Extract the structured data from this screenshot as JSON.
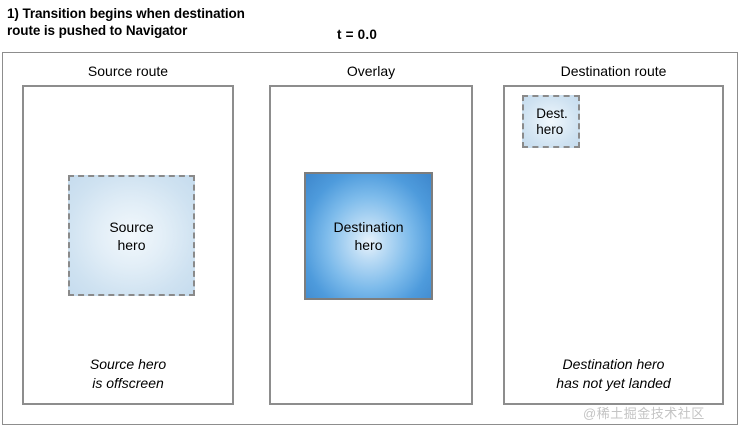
{
  "header": {
    "step_title": "1) Transition begins when destination\nroute is pushed to Navigator",
    "time_label": "t = 0.0"
  },
  "panels": [
    {
      "key": "source",
      "heading": "Source route",
      "hero": {
        "label": "Source\nhero",
        "border_style": "dashed",
        "border_color": "#8a8a8a",
        "fill_center": "#f2f8fc",
        "fill_edge": "#c6dcee"
      },
      "caption": "Source hero\nis offscreen"
    },
    {
      "key": "overlay",
      "heading": "Overlay",
      "hero": {
        "label": "Destination\nhero",
        "border_style": "solid",
        "border_color": "#7d7d7d",
        "fill_center": "#e8f2fb",
        "fill_edge": "#3e87cc"
      },
      "caption": ""
    },
    {
      "key": "destination",
      "heading": "Destination route",
      "hero": {
        "label": "Dest.\nhero",
        "border_style": "dashed",
        "border_color": "#8a8a8a",
        "fill_center": "#f0f7fc",
        "fill_edge": "#c6dcee"
      },
      "caption": "Destination hero\nhas not yet landed"
    }
  ],
  "colors": {
    "frame_border": "#8d8d8d",
    "panel_border": "#8d8d8d",
    "background": "#ffffff",
    "text": "#000000",
    "watermark": "#c4c4c4"
  },
  "watermark": "@稀土掘金技术社区"
}
